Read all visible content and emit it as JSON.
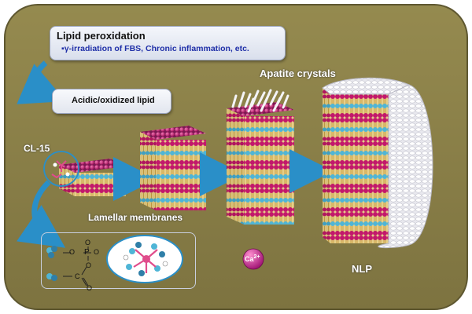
{
  "title_box": {
    "heading": "Lipid peroxidation",
    "bullet": "γ-irradiation of FBS, Chronic inflammation, etc."
  },
  "lipid_box": {
    "label": "Acidic/oxidized lipid"
  },
  "labels": {
    "cl15": "CL-15",
    "lamellar": "Lamellar membranes",
    "apatite": "Apatite crystals",
    "nlp": "NLP",
    "calcium": "Ca",
    "calcium_charge": "2+"
  },
  "chem": {
    "phosphate_o_left": "O",
    "phosphate_p": "P",
    "phosphate_o_right": "O",
    "phosphate_o_minus": "O",
    "carboxyl_o_minus": "O",
    "carboxyl_c": "C",
    "carboxyl_o": "O"
  },
  "colors": {
    "background": "#8a7f45",
    "head_magenta": "#c2186b",
    "head_blue": "#4fb5d6",
    "tail": "#d9b75c",
    "arrow": "#2a8fc8"
  }
}
